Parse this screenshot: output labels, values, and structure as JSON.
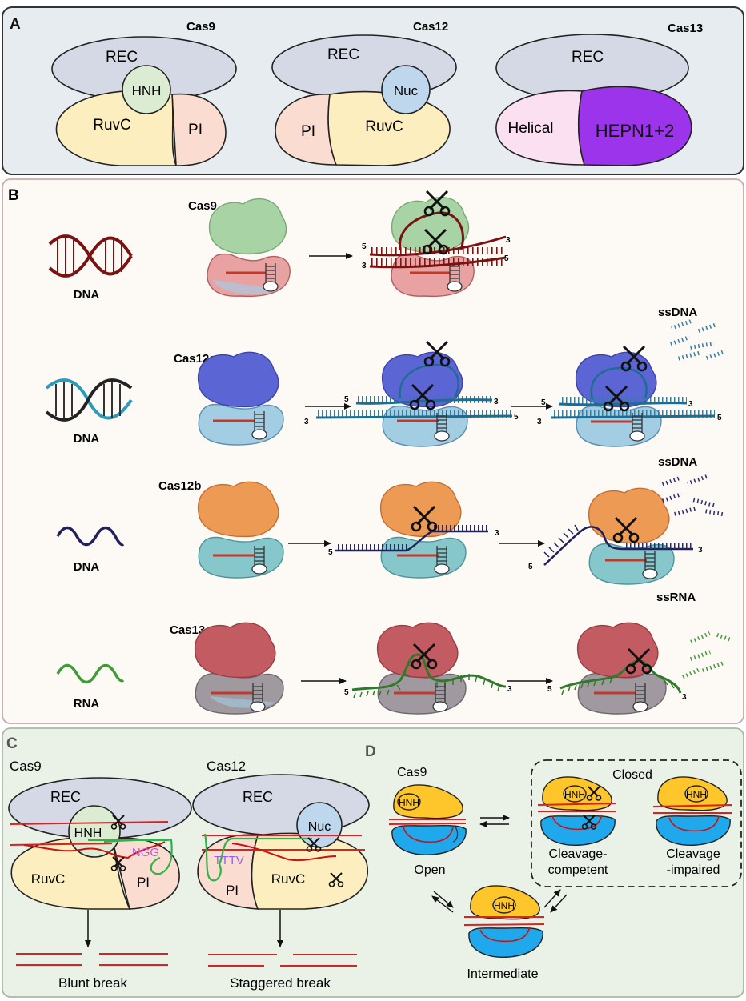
{
  "colors": {
    "panelA_bg": "#e6ecef",
    "panelB_bg": "#fdfaf6",
    "panelC_bg": "#eaf1e6",
    "rec": "#d5d9e6",
    "ruvc": "#fdeec0",
    "pi": "#fbdcd1",
    "hnh": "#dcecd2",
    "nuc": "#bed7ec",
    "helical": "#fbe0f2",
    "hepn": "#9b34ea",
    "dna_red": "#7a1212",
    "dna_teal": "#2e9ab9",
    "dna_navy": "#21205e",
    "rna_green": "#3e9c35",
    "cas9_d": "#ffc62b",
    "cas9_blue": "#1fa9ec"
  },
  "panelA": {
    "letter": "A",
    "cas9": {
      "title": "Cas9",
      "rec": "REC",
      "hnh": "HNH",
      "ruvc": "RuvC",
      "pi": "PI"
    },
    "cas12": {
      "title": "Cas12",
      "rec": "REC",
      "nuc": "Nuc",
      "pi": "PI",
      "ruvc": "RuvC"
    },
    "cas13": {
      "title": "Cas13",
      "rec": "REC",
      "helical": "Helical",
      "hepn": "HEPN1+2"
    }
  },
  "panelB": {
    "letter": "B",
    "rows": [
      {
        "enzyme": "Cas9",
        "substrate": "DNA",
        "products": ""
      },
      {
        "enzyme": "Cas12a",
        "substrate": "DNA",
        "products": "ssDNA"
      },
      {
        "enzyme": "Cas12b",
        "substrate": "DNA",
        "products": "ssDNA"
      },
      {
        "enzyme": "Cas13",
        "substrate": "RNA",
        "products": "ssRNA"
      }
    ],
    "end5": "5",
    "end3": "3"
  },
  "panelC": {
    "letter": "C",
    "cas9": {
      "title": "Cas9",
      "rec": "REC",
      "hnh": "HNH",
      "ruvc": "RuvC",
      "pi": "PI",
      "pam": "NGG",
      "result": "Blunt break"
    },
    "cas12": {
      "title": "Cas12",
      "rec": "REC",
      "nuc": "Nuc",
      "ruvc": "RuvC",
      "pi": "PI",
      "pam": "TTTV",
      "result": "Staggered break"
    }
  },
  "panelD": {
    "letter": "D",
    "title": "Cas9",
    "hnh": "HNH",
    "closed": "Closed",
    "open": "Open",
    "intermediate": "Intermediate",
    "competent_1": "Cleavage-",
    "competent_2": "competent",
    "impaired_1": "Cleavage",
    "impaired_2": "-impaired"
  }
}
